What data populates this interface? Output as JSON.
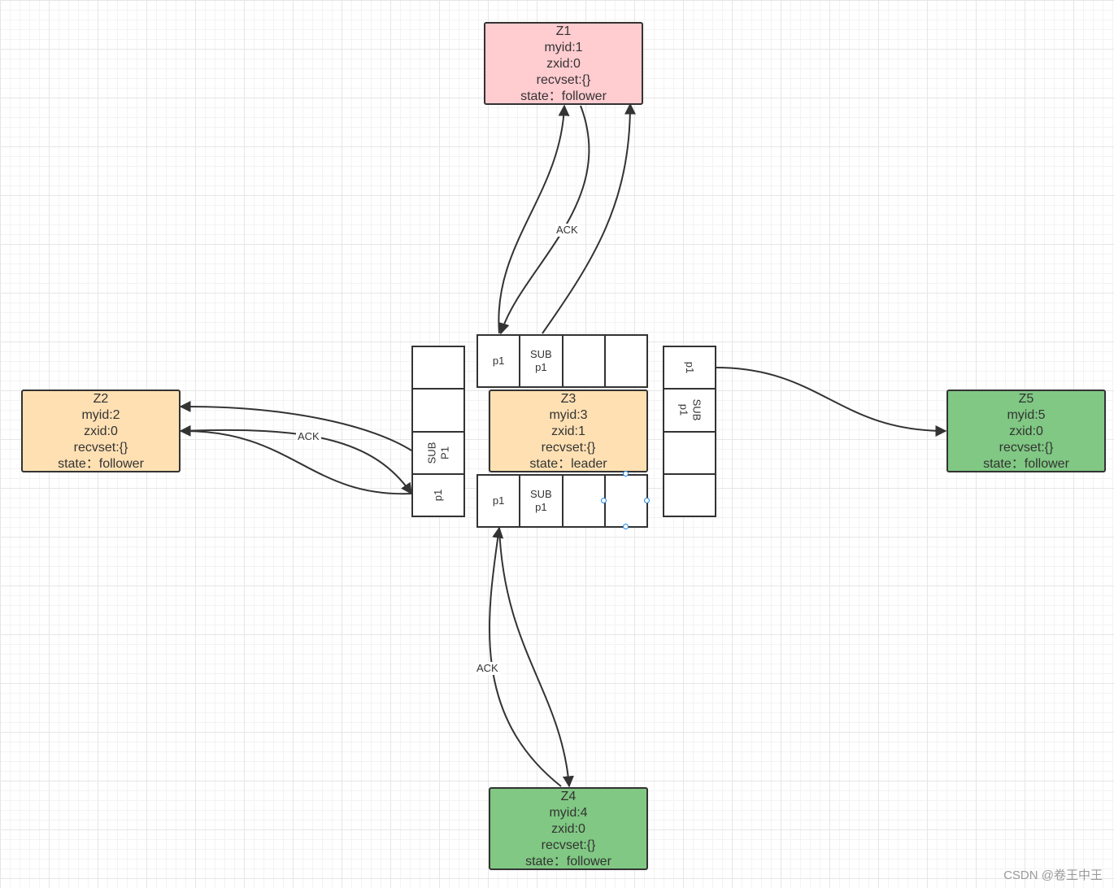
{
  "nodes": {
    "z1": {
      "title": "Z1",
      "myid": "myid:1",
      "zxid": "zxid:0",
      "recvset": "recvset:{}",
      "state": "state：follower",
      "color": "#ffccd0"
    },
    "z2": {
      "title": "Z2",
      "myid": "myid:2",
      "zxid": "zxid:0",
      "recvset": "recvset:{}",
      "state": "state：follower",
      "color": "#ffe0b3"
    },
    "z3": {
      "title": "Z3",
      "myid": "myid:3",
      "zxid": "zxid:1",
      "recvset": "recvset:{}",
      "state": "state：leader",
      "color": "#ffe0b3"
    },
    "z4": {
      "title": "Z4",
      "myid": "myid:4",
      "zxid": "zxid:0",
      "recvset": "recvset:{}",
      "state": "state：follower",
      "color": "#80c883"
    },
    "z5": {
      "title": "Z5",
      "myid": "myid:5",
      "zxid": "zxid:0",
      "recvset": "recvset:{}",
      "state": "state：follower",
      "color": "#80c883"
    }
  },
  "queues": {
    "top": [
      "p1",
      "SUB\np1",
      "",
      ""
    ],
    "bottom": [
      "p1",
      "SUB\np1",
      "",
      ""
    ],
    "left": [
      "",
      "",
      "SUB\nP1",
      "p1"
    ],
    "right": [
      "p1",
      "SUB\np1",
      "",
      ""
    ]
  },
  "edge_labels": {
    "top_ack": "ACK",
    "left_ack": "ACK",
    "bottom_ack": "ACK"
  },
  "watermark": "CSDN @卷王中王"
}
